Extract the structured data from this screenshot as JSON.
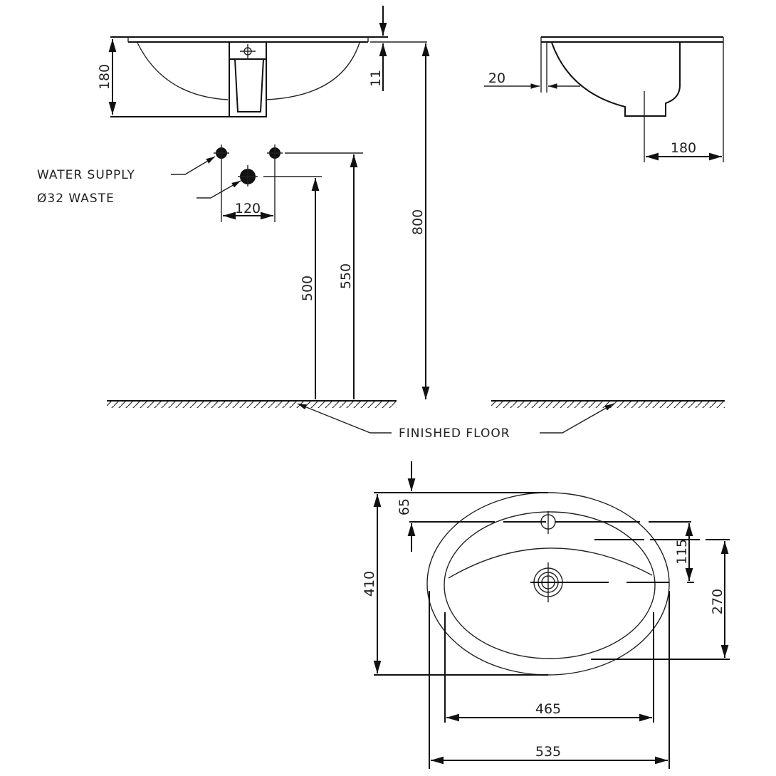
{
  "labels": {
    "water_supply": "WATER SUPPLY",
    "waste": "Ø32 WASTE",
    "finished_floor": "FINISHED FLOOR"
  },
  "dimensions": {
    "front_height": "180",
    "rim_thickness": "11",
    "supply_spacing": "120",
    "waste_height": "500",
    "supply_height": "550",
    "rim_height": "800",
    "side_overhang": "20",
    "side_depth": "180",
    "plan_depth": "410",
    "tap_offset": "65",
    "drain_offset": "115",
    "bowl_depth": "270",
    "bowl_width": "465",
    "overall_width": "535"
  },
  "colors": {
    "line": "#111111",
    "background": "#ffffff"
  }
}
